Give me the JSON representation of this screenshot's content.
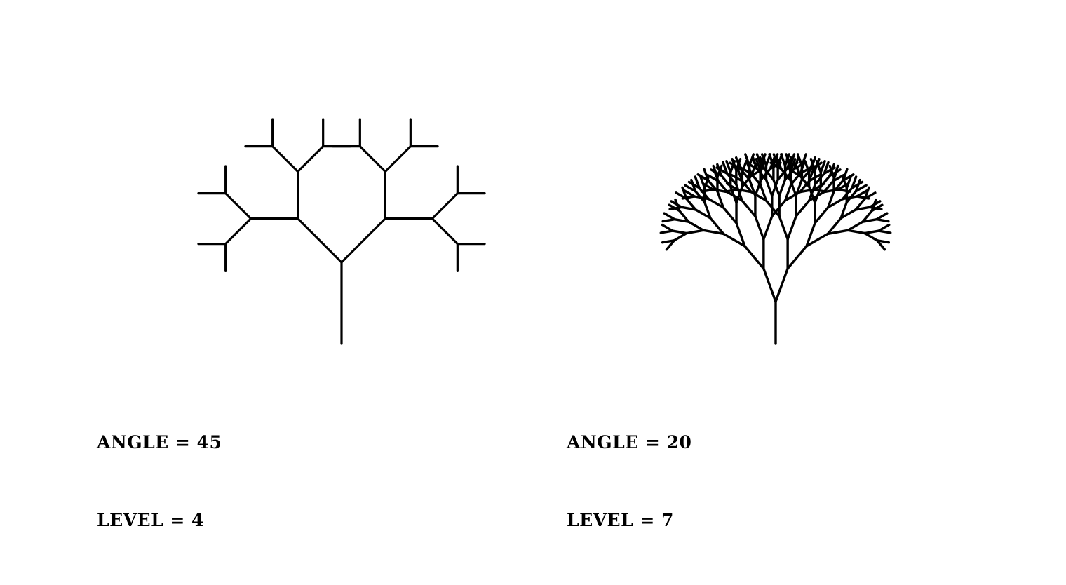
{
  "figures": [
    {
      "angle_label": "ANGLE = 45",
      "level_label": "LEVEL = 4",
      "angle": 45,
      "level": 4
    },
    {
      "angle_label": "ANGLE = 20",
      "level_label": "LEVEL = 7",
      "angle": 20,
      "level": 7
    }
  ],
  "colors": {
    "ink": "#000000",
    "background": "#ffffff"
  }
}
